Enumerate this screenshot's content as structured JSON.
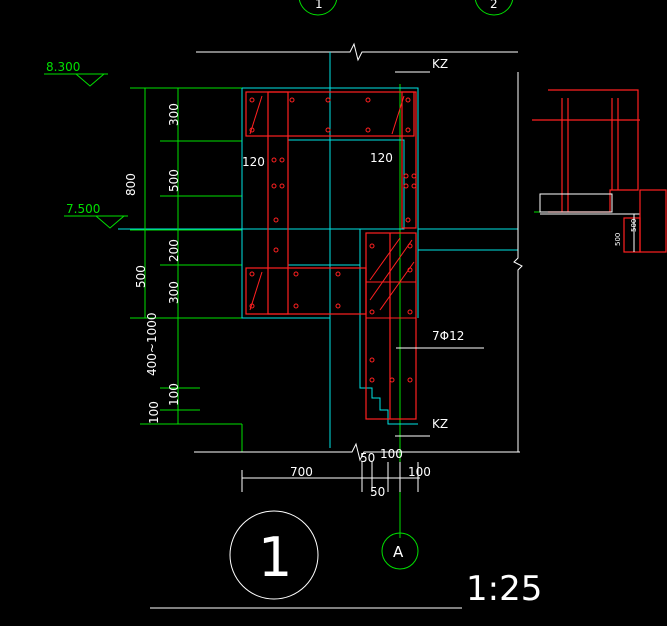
{
  "grid_bubbles": {
    "top_1": "1",
    "top_2": "2",
    "bottom_a": "A"
  },
  "elevations": {
    "upper": "8.300",
    "lower": "7.500"
  },
  "labels": {
    "kz_top": "KZ",
    "kz_bottom": "KZ",
    "rebar": "7Φ12"
  },
  "dims_left": {
    "d300a": "300",
    "d500a": "500",
    "d200": "200",
    "d300b": "300",
    "d100a": "100",
    "d800": "800",
    "d500b": "500",
    "d400_1000": "400~1000",
    "d100b": "100"
  },
  "dims_inner": {
    "left_120": "120",
    "right_120": "120"
  },
  "dims_bottom": {
    "d700": "700",
    "d50a": "50",
    "d100a": "100",
    "d100b": "100",
    "d50b": "50"
  },
  "detail": {
    "number": "1",
    "scale": "1:25"
  },
  "side_detail": {
    "d500a": "500",
    "d500b": "500"
  },
  "colors": {
    "background": "#000000",
    "dimension": "#00e000",
    "outline": "#00e5e5",
    "rebar": "#ff2020",
    "text": "#ffffff"
  }
}
